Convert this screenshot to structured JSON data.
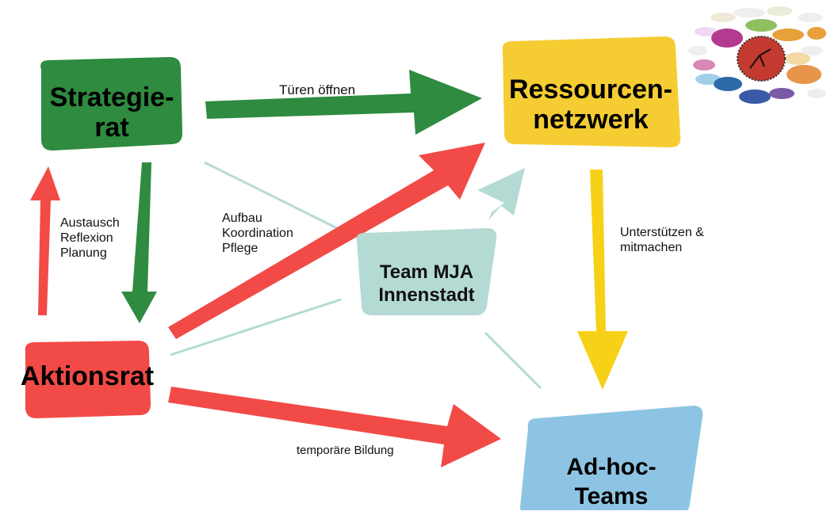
{
  "nodes": {
    "strategierat": {
      "line1": "Strategie-",
      "line2": "rat",
      "color": "#2e8b3f"
    },
    "ressourcennetzwerk": {
      "line1": "Ressourcen-",
      "line2": "netzwerk",
      "color": "#f5cd33"
    },
    "aktionsrat": {
      "label": "Aktionsrat",
      "color": "#f24a46"
    },
    "team_mja": {
      "line1": "Team MJA",
      "line2": "Innenstadt",
      "color": "#b4dbd3"
    },
    "adhoc_teams": {
      "line1": "Ad-hoc-",
      "line2": "Teams",
      "color": "#8ec4e3"
    }
  },
  "edges": {
    "tueren_oeffnen": "Türen öffnen",
    "aufbau": [
      "Aufbau",
      "Koordination",
      "Pflege"
    ],
    "austausch": [
      "Austausch",
      "Reflexion",
      "Planung"
    ],
    "unterstuetzen": [
      "Unterstützen &",
      "mitmachen"
    ],
    "temporaere_bildung": "temporäre Bildung"
  },
  "colors": {
    "green": "#2e8b3f",
    "red": "#f24a46",
    "yellow": "#f7d117",
    "teal": "#b4dbd3"
  }
}
